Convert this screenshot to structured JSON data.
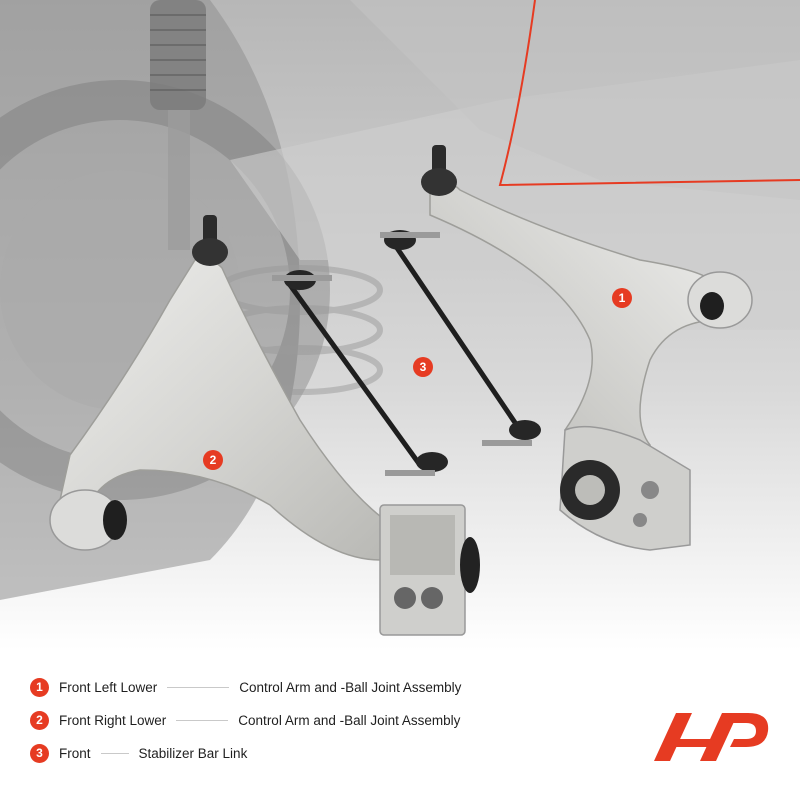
{
  "legend": {
    "items": [
      {
        "number": "1",
        "part_a": "Front Left Lower",
        "part_b": "Control Arm and -Ball Joint Assembly"
      },
      {
        "number": "2",
        "part_a": "Front Right Lower",
        "part_b": "Control Arm and -Ball Joint Assembly"
      },
      {
        "number": "3",
        "part_a": "Front",
        "part_b": "Stabilizer Bar Link"
      }
    ]
  },
  "callouts": [
    "1",
    "2",
    "3"
  ],
  "colors": {
    "accent": "#e63b22",
    "metal": "#d9d9d6",
    "background_gray": "#bfbfbf"
  },
  "icons": [
    "brand-logo-icon"
  ]
}
